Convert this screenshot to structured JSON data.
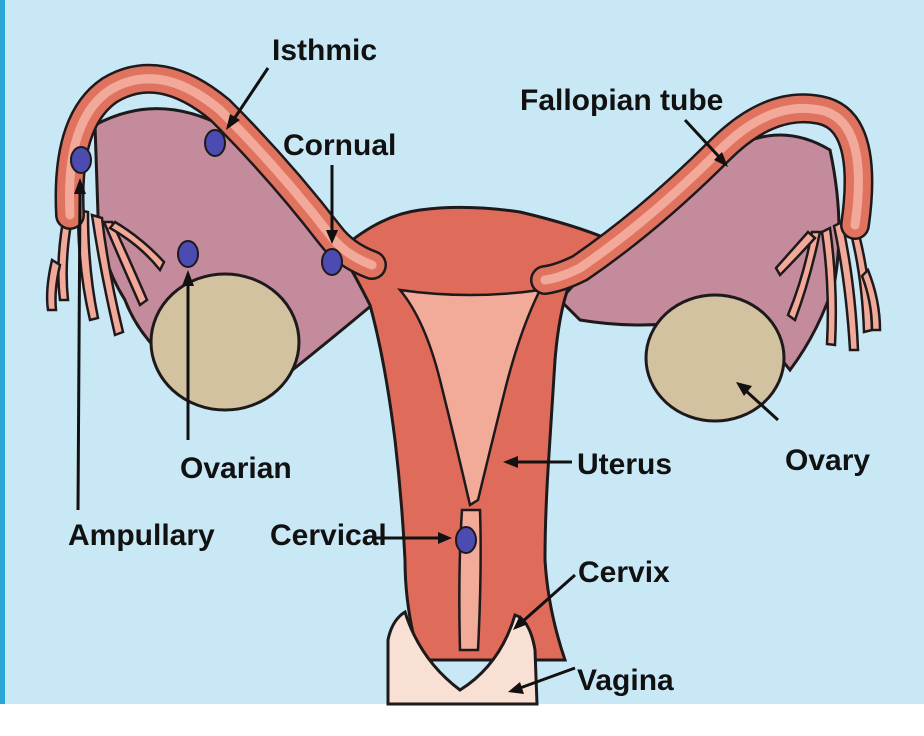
{
  "colors": {
    "background": "#c9e8f6",
    "left_border": "#2aa6d6",
    "outline": "#1e1a1c",
    "tube_outer": "#e0735f",
    "tube_inner": "#f3a999",
    "mesentery": "#c38b9c",
    "ovary": "#d2c29f",
    "uterus_wall": "#df6b5a",
    "uterine_cavity": "#f2ab98",
    "vagina": "#f9e0d5",
    "site_marker": "#4b4bb2"
  },
  "labels": {
    "isthmic": "Isthmic",
    "fallopian_tube": "Fallopian tube",
    "cornual": "Cornual",
    "ovarian": "Ovarian",
    "ampullary": "Ampullary",
    "uterus": "Uterus",
    "ovary": "Ovary",
    "cervical": "Cervical",
    "cervix": "Cervix",
    "vagina": "Vagina"
  }
}
